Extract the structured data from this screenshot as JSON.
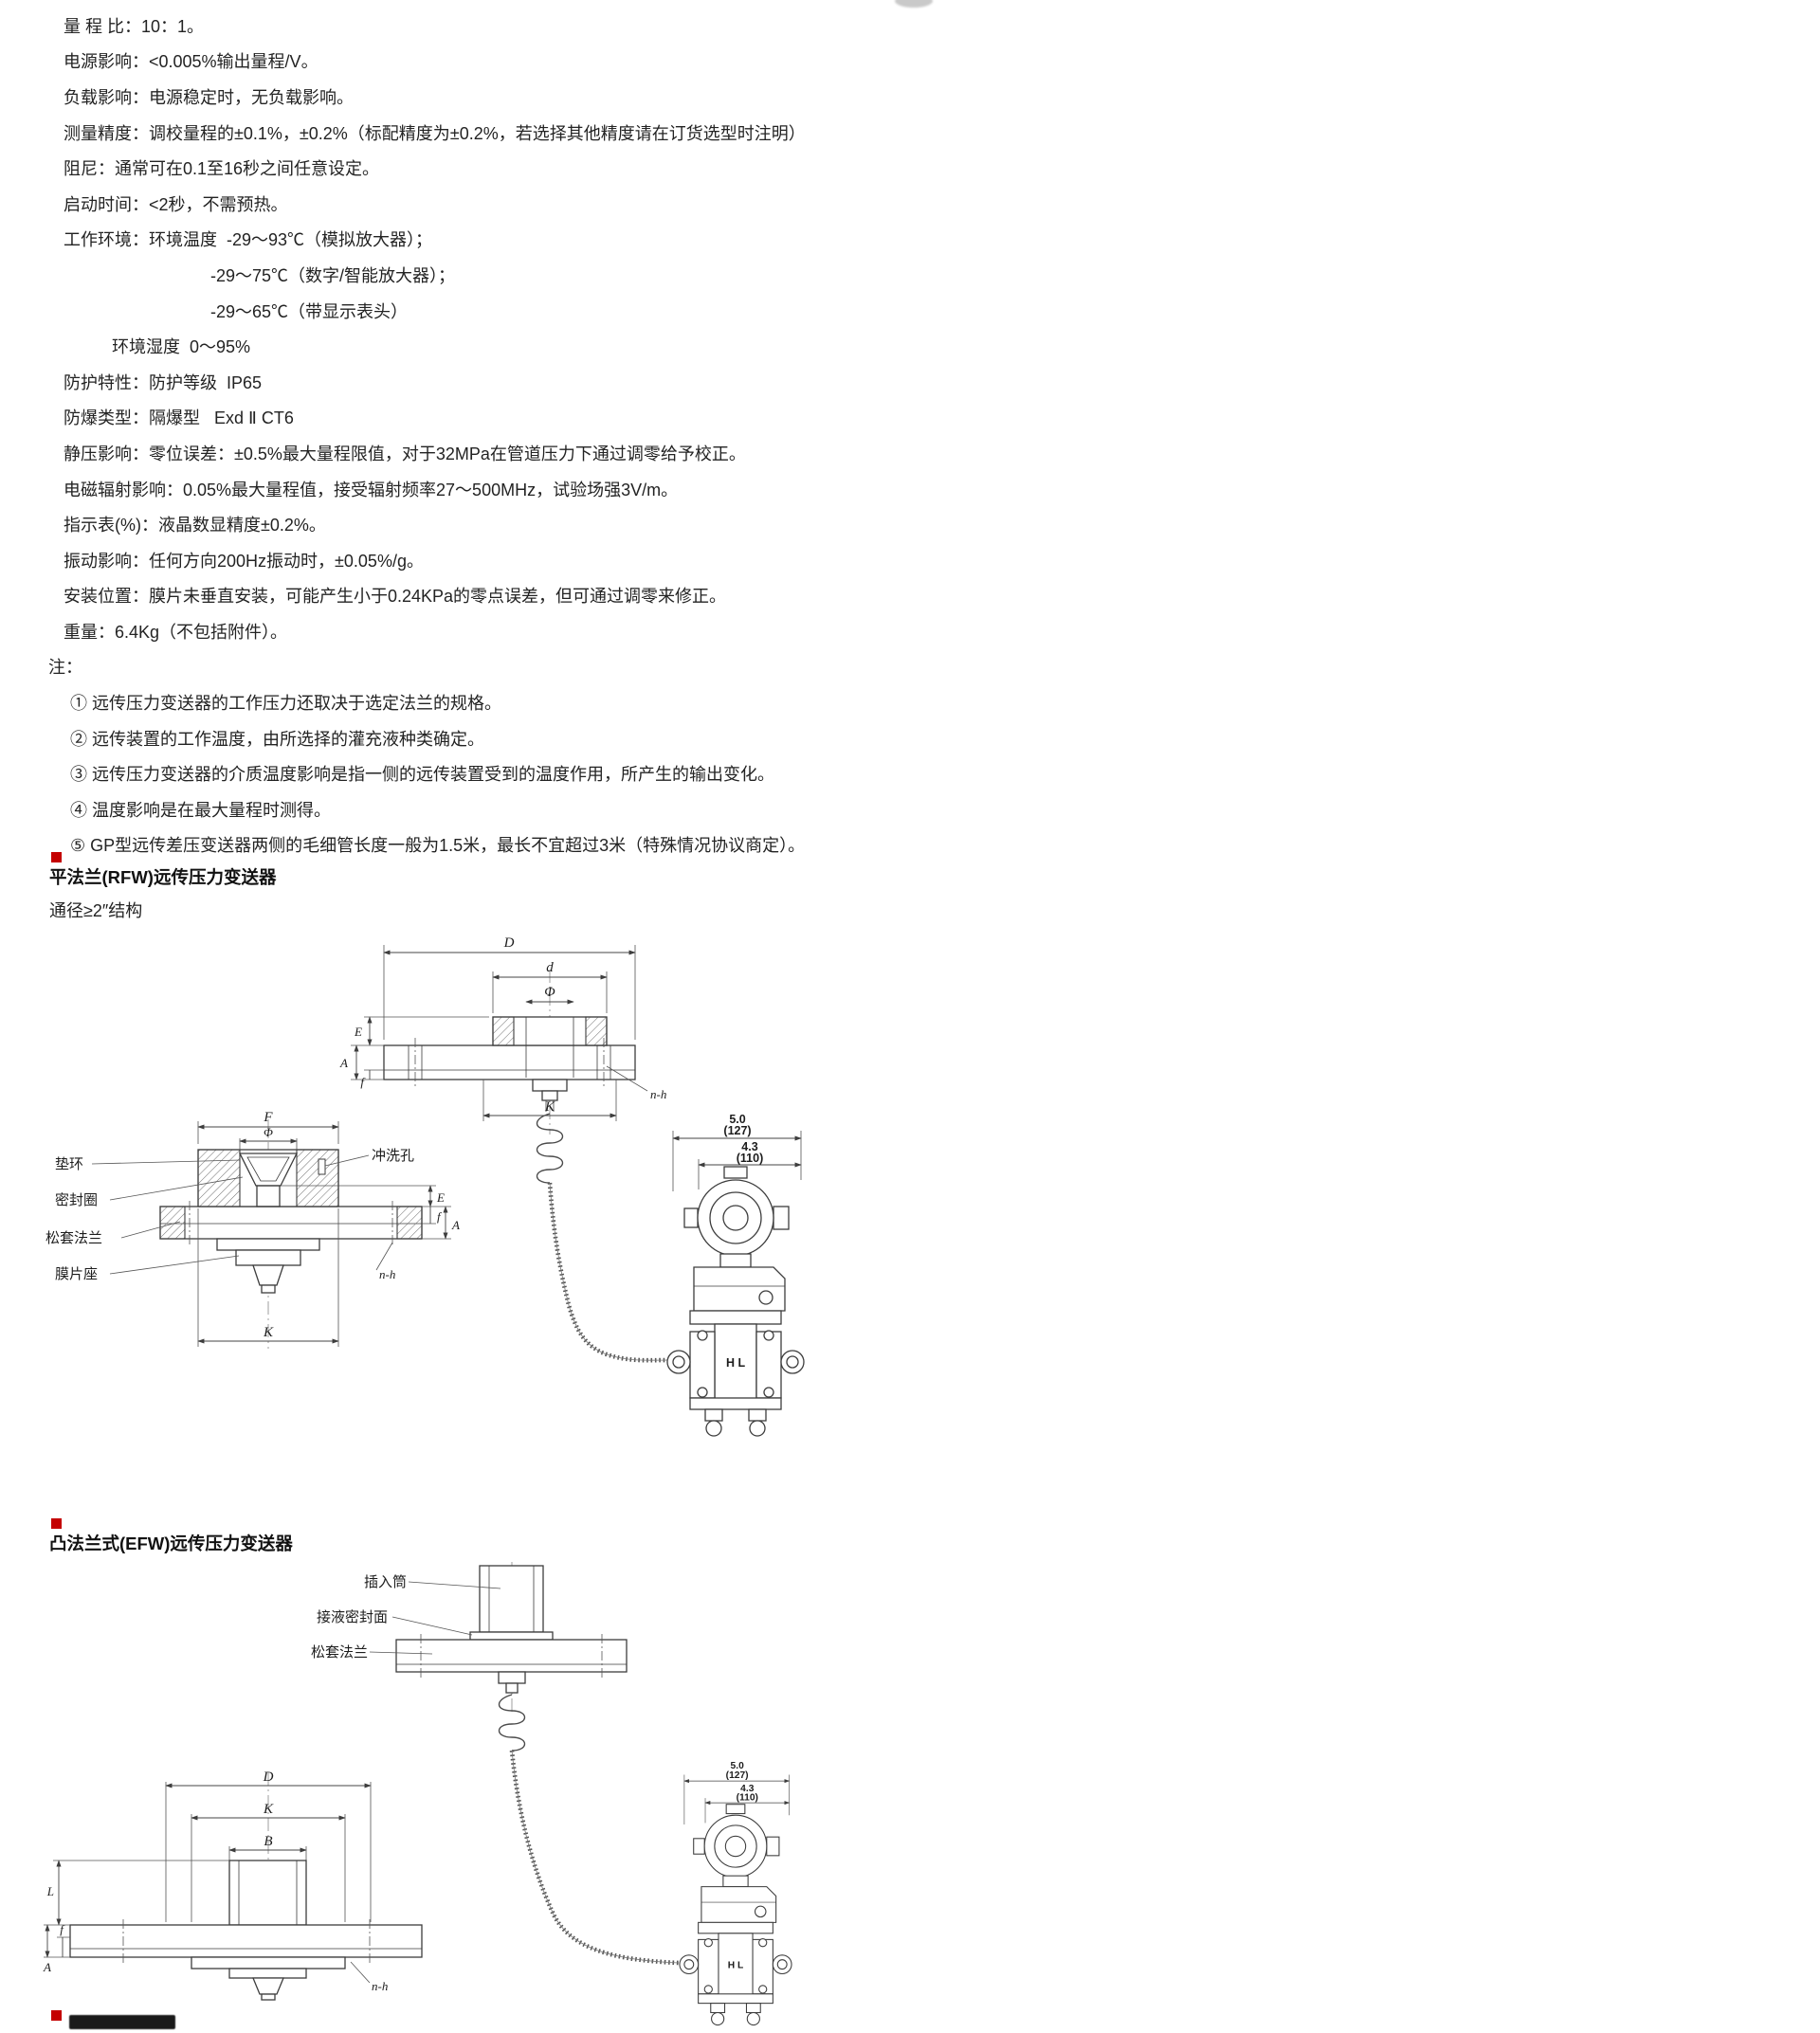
{
  "colors": {
    "marker": "#c40000",
    "ink": "#232323",
    "line": "#3d3d3d"
  },
  "specs": [
    "量 程 比：10：1。",
    "电源影响：<0.005%输出量程/V。",
    "负载影响：电源稳定时，无负载影响。",
    "测量精度：调校量程的±0.1%，±0.2%（标配精度为±0.2%，若选择其他精度请在订货选型时注明）",
    "阻尼：通常可在0.1至16秒之间任意设定。",
    "启动时间：<2秒，不需预热。",
    "工作环境：环境温度  -29～93℃（模拟放大器）；",
    "-29～75℃（数字/智能放大器）；",
    "-29～65℃（带显示表头）",
    "环境湿度  0～95%",
    "防护特性：防护等级  IP65",
    "防爆类型：隔爆型   Exd Ⅱ CT6",
    "静压影响：零位误差：±0.5%最大量程限值，对于32MPa在管道压力下通过调零给予校正。",
    "电磁辐射影响：0.05%最大量程值，接受辐射频率27～500MHz，试验场强3V/m。",
    "指示表(%)：液晶数显精度±0.2%。",
    "振动影响：任何方向200Hz振动时，±0.05%/g。",
    "安装位置：膜片未垂直安装，可能产生小于0.24KPa的零点误差，但可通过调零来修正。",
    "重量：6.4Kg（不包括附件）。"
  ],
  "notes": {
    "title": "注：",
    "items": [
      "① 远传压力变送器的工作压力还取决于选定法兰的规格。",
      "② 远传装置的工作温度，由所选择的灌充液种类确定。",
      "③ 远传压力变送器的介质温度影响是指一侧的远传装置受到的温度作用，所产生的输出变化。",
      "④ 温度影响是在最大量程时测得。",
      "⑤ GP型远传差压变送器两侧的毛细管长度一般为1.5米，最长不宜超过3米（特殊情况协议商定）。"
    ]
  },
  "rfw": {
    "title": "平法兰(RFW)远传压力变送器",
    "subtitle": "通径≥2″结构",
    "dims": {
      "D": "D",
      "d": "d",
      "phi": "Φ",
      "E": "E",
      "A": "A",
      "f": "f",
      "K": "K",
      "nh": "n-h",
      "F": "F"
    },
    "callouts": {
      "pad_ring": "垫环",
      "seal_ring": "密封圈",
      "loose_flange": "松套法兰",
      "diaphragm_seat": "膜片座",
      "flush_hole": "冲洗孔"
    }
  },
  "efw": {
    "title": "凸法兰式(EFW)远传压力变送器",
    "callouts": {
      "insert": "插入筒",
      "wetted_face": "接液密封面",
      "loose_flange": "松套法兰"
    },
    "dims": {
      "D": "D",
      "K": "K",
      "B": "B",
      "L": "L",
      "A": "A",
      "f": "f",
      "nh": "n-h"
    }
  },
  "transmitter": {
    "w1": "5.0",
    "w1mm": "(127)",
    "w2": "4.3",
    "w2mm": "(110)",
    "hl": "H L"
  }
}
